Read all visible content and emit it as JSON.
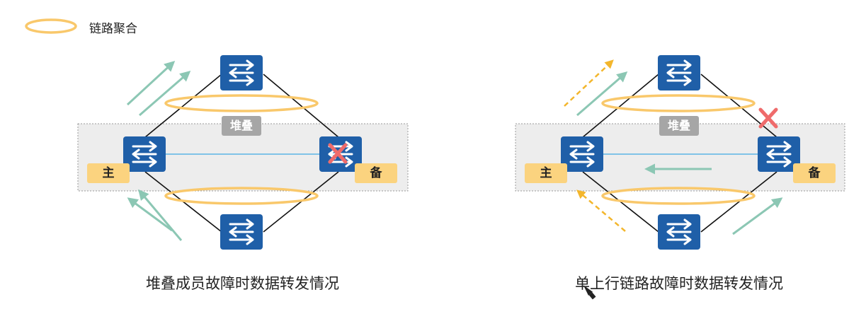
{
  "legend": {
    "label": "链路聚合",
    "color": "#f9c86b"
  },
  "panels": [
    {
      "stack_label": "堆叠",
      "master_label": "主",
      "backup_label": "备",
      "caption": "堆叠成员故障时数据转发情况",
      "failure": "backup-member"
    },
    {
      "stack_label": "堆叠",
      "master_label": "主",
      "backup_label": "备",
      "caption": "单上行链路故障时数据转发情况",
      "failure": "uplink"
    }
  ],
  "colors": {
    "switch": "#1f5fa8",
    "stack_box": "#ededed",
    "stack_label_bg": "#a6a6a6",
    "role_bg": "#fbd37f",
    "flow_arrow": "#8cc7b4",
    "reroute_arrow": "#f3b62c",
    "fault_x": "#ef6b6b",
    "stack_link": "#5bb5e5"
  }
}
